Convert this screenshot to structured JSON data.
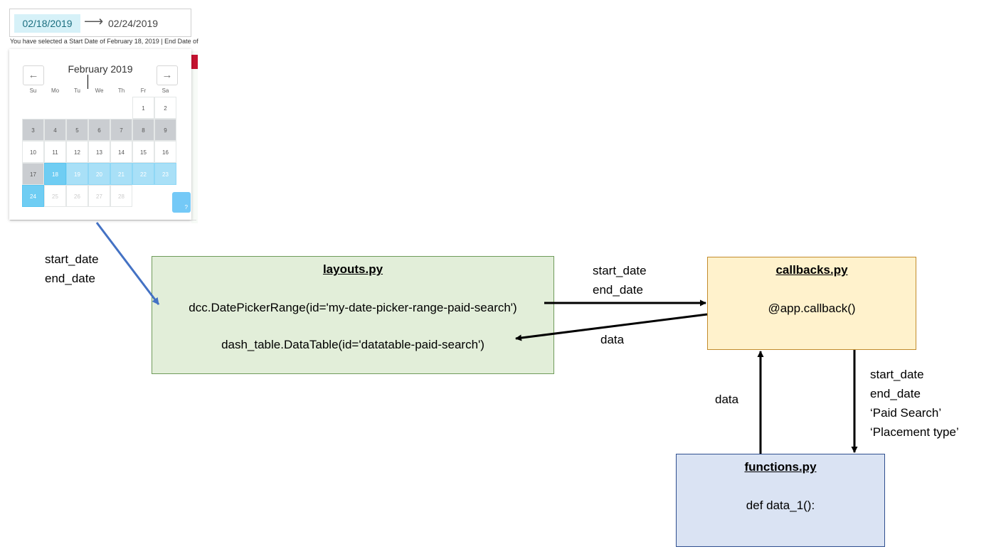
{
  "date_picker": {
    "start_date": "02/18/2019",
    "arrow": "⟶",
    "end_date": "02/24/2019",
    "selection_message": "You have selected a Start Date of February 18, 2019 | End Date of",
    "prev_icon": "←",
    "next_icon": "→",
    "month_title": "February 2019",
    "weekdays": [
      "Su",
      "Mo",
      "Tu",
      "We",
      "Th",
      "Fr",
      "Sa"
    ],
    "help_label": "?",
    "weeks": [
      [
        null,
        null,
        null,
        null,
        null,
        {
          "d": "1",
          "s": "normal"
        },
        {
          "d": "2",
          "s": "normal"
        }
      ],
      [
        {
          "d": "3",
          "s": "blocked"
        },
        {
          "d": "4",
          "s": "blocked"
        },
        {
          "d": "5",
          "s": "blocked"
        },
        {
          "d": "6",
          "s": "blocked"
        },
        {
          "d": "7",
          "s": "blocked"
        },
        {
          "d": "8",
          "s": "blocked"
        },
        {
          "d": "9",
          "s": "blocked"
        }
      ],
      [
        {
          "d": "10",
          "s": "normal"
        },
        {
          "d": "11",
          "s": "normal"
        },
        {
          "d": "12",
          "s": "normal"
        },
        {
          "d": "13",
          "s": "normal"
        },
        {
          "d": "14",
          "s": "normal"
        },
        {
          "d": "15",
          "s": "normal"
        },
        {
          "d": "16",
          "s": "normal"
        }
      ],
      [
        {
          "d": "17",
          "s": "blocked"
        },
        {
          "d": "18",
          "s": "sel"
        },
        {
          "d": "19",
          "s": "span"
        },
        {
          "d": "20",
          "s": "span"
        },
        {
          "d": "21",
          "s": "span"
        },
        {
          "d": "22",
          "s": "span"
        },
        {
          "d": "23",
          "s": "span"
        }
      ],
      [
        {
          "d": "24",
          "s": "sel"
        },
        {
          "d": "25",
          "s": "out"
        },
        {
          "d": "26",
          "s": "out"
        },
        {
          "d": "27",
          "s": "out"
        },
        {
          "d": "28",
          "s": "out"
        },
        null,
        null
      ]
    ]
  },
  "layouts": {
    "title": "layouts.py",
    "line1": "dcc.DatePickerRange(id='my-date-picker-range-paid-search')",
    "line2": "dash_table.DataTable(id='datatable-paid-search')"
  },
  "callbacks": {
    "title": "callbacks.py",
    "line1": "@app.callback()"
  },
  "functions": {
    "title": "functions.py",
    "line1": "def data_1():"
  },
  "labels": {
    "picker_out": [
      "start_date",
      "end_date"
    ],
    "layouts_to_callbacks": [
      "start_date",
      "end_date"
    ],
    "callbacks_to_layouts": "data",
    "functions_to_callbacks": "data",
    "callbacks_to_functions": [
      "start_date",
      "end_date",
      "‘Paid Search’",
      "‘Placement type’"
    ]
  },
  "colors": {
    "picker_arrow": "#4472c4",
    "flow_arrow": "#000000",
    "layouts_fill": "#e2eed9",
    "callbacks_fill": "#fff2cc",
    "functions_fill": "#dae3f3",
    "range_highlight": "#a9e0f7",
    "selected_day": "#6fcdf3"
  }
}
